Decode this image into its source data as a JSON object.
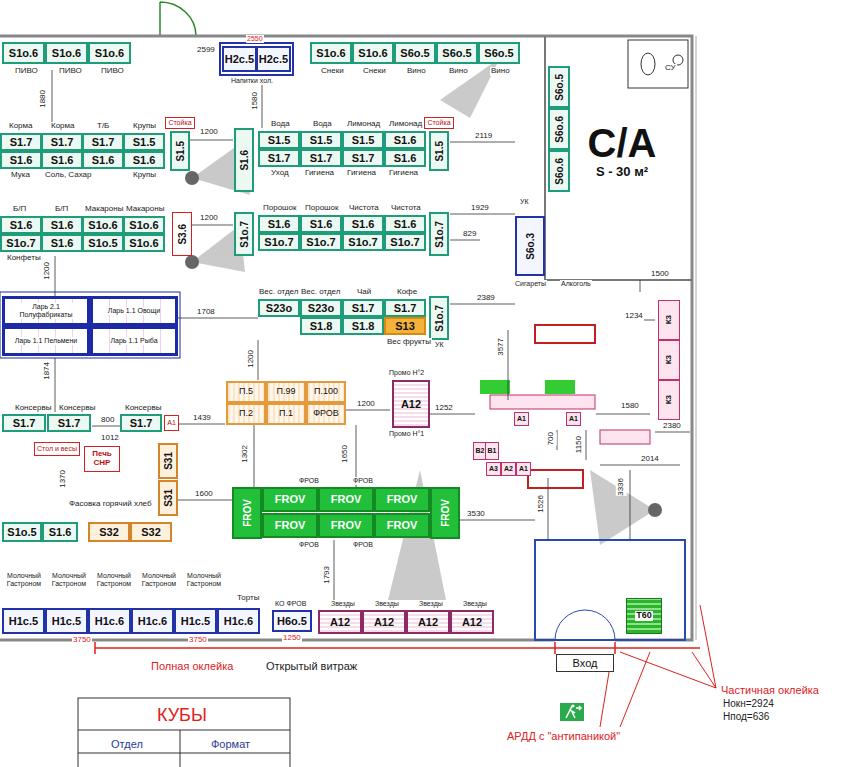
{
  "diagram": {
    "nodes": [
      {
        "text": [
          "S1o.6"
        ]
      },
      {
        "text": [
          "S1o.6"
        ]
      },
      {
        "text": [
          "S1o.6"
        ]
      },
      {
        "text": [
          "H2c.5"
        ]
      },
      {
        "text": [
          "H2c.5"
        ]
      },
      {
        "text": [
          "S1o.6"
        ]
      },
      {
        "text": [
          "S1o.6"
        ]
      },
      {
        "text": [
          "S6o.5"
        ]
      },
      {
        "text": [
          "S6o.5"
        ]
      },
      {
        "text": [
          "S6o.5"
        ]
      },
      {
        "text": [
          "S6o.5"
        ]
      },
      {
        "text": [
          "S6o.6"
        ]
      },
      {
        "text": [
          "S6o.6"
        ]
      },
      {
        "text": [
          "C/A",
          "S - 30 м²"
        ]
      },
      {
        "text": [
          "S1.7"
        ]
      },
      {
        "text": [
          "S1.7"
        ]
      },
      {
        "text": [
          "S1.7"
        ]
      },
      {
        "text": [
          "S1.5"
        ]
      },
      {
        "text": [
          "S1.6"
        ]
      },
      {
        "text": [
          "S1.6"
        ]
      },
      {
        "text": [
          "S1.6"
        ]
      },
      {
        "text": [
          "S1.6"
        ]
      },
      {
        "text": [
          "Стойка"
        ]
      },
      {
        "text": [
          "S1.5"
        ]
      },
      {
        "text": [
          "S1.6"
        ]
      },
      {
        "text": [
          "S1.5"
        ]
      },
      {
        "text": [
          "S1.5"
        ]
      },
      {
        "text": [
          "S1.5"
        ]
      },
      {
        "text": [
          "S1.6"
        ]
      },
      {
        "text": [
          "S1.7"
        ]
      },
      {
        "text": [
          "S1.7"
        ]
      },
      {
        "text": [
          "S1.7"
        ]
      },
      {
        "text": [
          "S1.6"
        ]
      },
      {
        "text": [
          "Стойка"
        ]
      },
      {
        "text": [
          "S1.5"
        ]
      },
      {
        "text": [
          "S1.6"
        ]
      },
      {
        "text": [
          "S1.6"
        ]
      },
      {
        "text": [
          "S1o.6"
        ]
      },
      {
        "text": [
          "S1o.6"
        ]
      },
      {
        "text": [
          "S1o.7"
        ]
      },
      {
        "text": [
          "S1.6"
        ]
      },
      {
        "text": [
          "S1o.5"
        ]
      },
      {
        "text": [
          "S1o.6"
        ]
      },
      {
        "text": [
          "S3.6"
        ]
      },
      {
        "text": [
          "S1o.7"
        ]
      },
      {
        "text": [
          "S1.6"
        ]
      },
      {
        "text": [
          "S1.6"
        ]
      },
      {
        "text": [
          "S1.6"
        ]
      },
      {
        "text": [
          "S1.6"
        ]
      },
      {
        "text": [
          "S1o.7"
        ]
      },
      {
        "text": [
          "S1o.7"
        ]
      },
      {
        "text": [
          "S1o.7"
        ]
      },
      {
        "text": [
          "S1o.7"
        ]
      },
      {
        "text": [
          "S1o.7"
        ]
      },
      {
        "text": [
          "S6o.3"
        ]
      },
      {
        "text": [
          "Ларь 2.1 Полуфабрикаты"
        ]
      },
      {
        "text": [
          "Ларь 1.1 Овощи"
        ]
      },
      {
        "text": [
          "Ларь 1.1 Пельмени"
        ]
      },
      {
        "text": [
          "Ларь 1.1 Рыба"
        ]
      },
      {
        "text": [
          "S23o"
        ]
      },
      {
        "text": [
          "S23o"
        ]
      },
      {
        "text": [
          "S1.7"
        ]
      },
      {
        "text": [
          "S1.7"
        ]
      },
      {
        "text": [
          "S1.8"
        ]
      },
      {
        "text": [
          "S1.8"
        ]
      },
      {
        "text": [
          "S13"
        ]
      },
      {
        "text": [
          "S1o.7"
        ]
      },
      {
        "text": [
          "П.5"
        ]
      },
      {
        "text": [
          "П.99"
        ]
      },
      {
        "text": [
          "П.100"
        ]
      },
      {
        "text": [
          "П.2"
        ]
      },
      {
        "text": [
          "П.1"
        ]
      },
      {
        "text": [
          "ФРОВ"
        ]
      },
      {
        "text": [
          "A12"
        ]
      },
      {
        "text": [
          "S1.7"
        ]
      },
      {
        "text": [
          "S1.7"
        ]
      },
      {
        "text": [
          "S1.7"
        ]
      },
      {
        "text": [
          "A1"
        ]
      },
      {
        "text": [
          "S31"
        ]
      },
      {
        "text": [
          "S31"
        ]
      },
      {
        "text": [
          "Печь",
          "СНР"
        ]
      },
      {
        "text": [
          "Стол и весы"
        ]
      },
      {
        "text": [
          "S1o.5"
        ]
      },
      {
        "text": [
          "S1.6"
        ]
      },
      {
        "text": [
          "S32"
        ]
      },
      {
        "text": [
          "S32"
        ]
      },
      {
        "text": [
          "FROV"
        ]
      },
      {
        "text": [
          "FROV"
        ]
      },
      {
        "text": [
          "FROV"
        ]
      },
      {
        "text": [
          "FROV"
        ]
      },
      {
        "text": [
          "FROV"
        ]
      },
      {
        "text": [
          "FROV"
        ]
      },
      {
        "text": [
          "FROV"
        ]
      },
      {
        "text": [
          "FROV"
        ]
      },
      {
        "text": [
          "H1c.5"
        ]
      },
      {
        "text": [
          "H1c.5"
        ]
      },
      {
        "text": [
          "H1c.6"
        ]
      },
      {
        "text": [
          "H1c.6"
        ]
      },
      {
        "text": [
          "H1c.5"
        ]
      },
      {
        "text": [
          "H1c.6"
        ]
      },
      {
        "text": [
          "H6o.5"
        ]
      },
      {
        "text": [
          "A12"
        ]
      },
      {
        "text": [
          "A12"
        ]
      },
      {
        "text": [
          "A12"
        ]
      },
      {
        "text": [
          "A12"
        ]
      },
      {
        "text": [
          "A3"
        ]
      },
      {
        "text": [
          "A2"
        ]
      },
      {
        "text": [
          "A1"
        ]
      },
      {
        "text": [
          "B2"
        ]
      },
      {
        "text": [
          "B1"
        ]
      },
      {
        "text": [
          "A1"
        ]
      },
      {
        "text": [
          "A1"
        ]
      },
      {
        "text": [
          "К3"
        ]
      },
      {
        "text": [
          "К3"
        ]
      },
      {
        "text": [
          "К3"
        ]
      },
      {
        "text": [
          "T60"
        ]
      },
      {
        "text": [
          "Вход"
        ]
      }
    ],
    "labels": [
      "ПИВО",
      "ПИВО",
      "ПИВО",
      "2599",
      "2550",
      "Напитки хол.",
      "Снеки",
      "Снеки",
      "Вино",
      "Вино",
      "Вино",
      "1880",
      "1580",
      "Корма",
      "Корма",
      "Т/Б",
      "Крупы",
      "Мука",
      "Соль, Сахар",
      "Крупы",
      "1200",
      "Вода",
      "Вода",
      "Лимонад",
      "Лимонад",
      "Уход",
      "Гигиена",
      "Гигиена",
      "Гигиена",
      "2119",
      "Б/П",
      "Б/П",
      "Макароны",
      "Макароны",
      "Конфеты",
      "1200",
      "Порошок",
      "Порошок",
      "Чистота",
      "Чистота",
      "1929",
      "829",
      "1708",
      "1200",
      "Вес. отдел",
      "Вес. отдел",
      "Чай",
      "Кофе",
      "Вес фрукты",
      "2389",
      "Сигареты",
      "Алкоголь",
      "1500",
      "1234",
      "3577",
      "1874",
      "1200",
      "1439",
      "1200",
      "1252",
      "Промо Н°2",
      "Промо Н°1",
      "Консервы",
      "Консервы",
      "Консервы",
      "800",
      "1012",
      "1370",
      "Фасовка горячий хлеб",
      "1600",
      "1302",
      "1650",
      "ФРОВ",
      "ФРОВ",
      "ФРОВ",
      "ФРОВ",
      "3530",
      "1526",
      "3336",
      "2014",
      "1150",
      "1580",
      "2380",
      "700",
      "Молочный Гастроном",
      "Молочный Гастроном",
      "Молочный Гастроном",
      "Молочный Гастроном",
      "Молочный Гастроном",
      "Торты",
      "1793",
      "КО ФРОВ",
      "Звезды",
      "Звезды",
      "Звезды",
      "Звезды",
      "3750",
      "3750",
      "1250",
      "Полная оклейка",
      "Открытый витраж",
      "Частичная оклейка",
      "Нокн=2924",
      "Нпод=636",
      "АРДД с \"антипаникой\"",
      "КУБЫ",
      "Отдел",
      "Формат",
      "УК",
      "УК",
      "СУ"
    ]
  }
}
